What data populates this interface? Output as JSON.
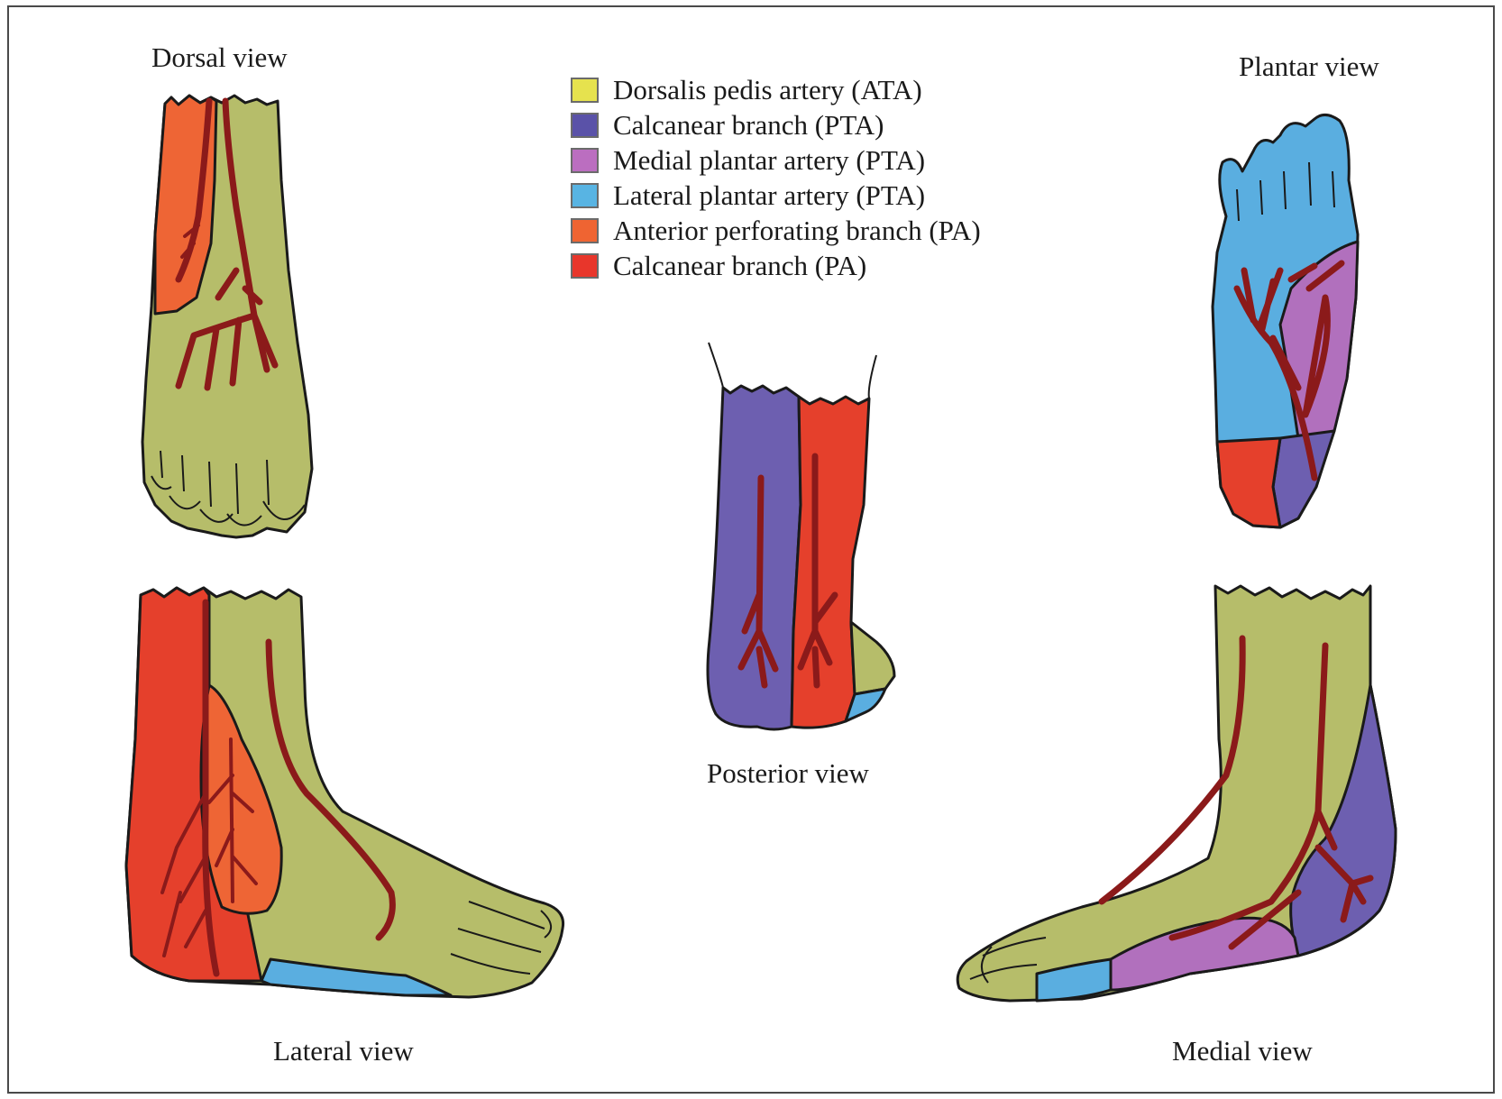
{
  "labels": {
    "dorsal": "Dorsal view",
    "plantar": "Plantar view",
    "posterior": "Posterior view",
    "lateral": "Lateral view",
    "medial": "Medial view"
  },
  "legend": [
    {
      "label": "Dorsalis pedis artery (ATA)",
      "color": "#e6e24e"
    },
    {
      "label": "Calcanear branch (PTA)",
      "color": "#5a52a8"
    },
    {
      "label": "Medial plantar artery (PTA)",
      "color": "#bb6ec0"
    },
    {
      "label": "Lateral plantar artery (PTA)",
      "color": "#58b4e3"
    },
    {
      "label": "Anterior perforating branch (PA)",
      "color": "#ef6432"
    },
    {
      "label": "Calcanear branch (PA)",
      "color": "#e8362b"
    }
  ],
  "colors": {
    "dorsalis": "#b6bd6a",
    "calcanear_pta": "#6d5fb0",
    "medial_plantar": "#b170bd",
    "lateral_plantar": "#5aaee0",
    "anterior_perforating": "#ee6535",
    "calcanear_pa": "#e5402c",
    "artery": "#8b1a1a",
    "outline": "#1a1a1a"
  }
}
